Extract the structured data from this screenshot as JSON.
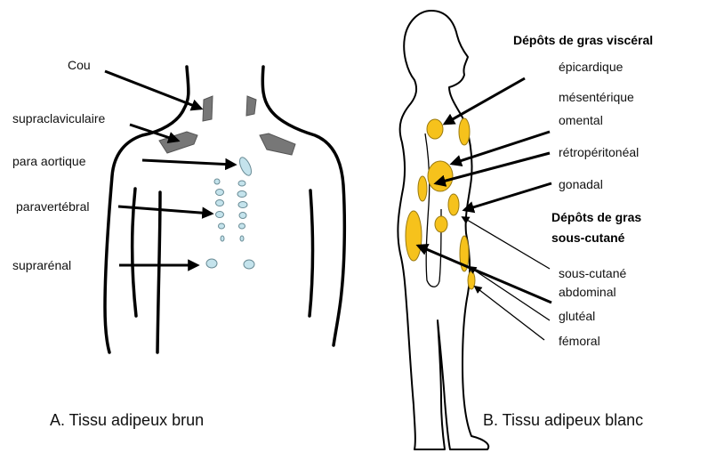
{
  "panel_a": {
    "caption": "A. Tissu adipeux brun",
    "labels": {
      "neck": "Cou",
      "supraclavicular": "supraclaviculaire",
      "para_aortic": "para aortique",
      "paravertebral": "paravertébral",
      "suprarenal": "suprarénal"
    }
  },
  "panel_b": {
    "caption": "B. Tissu adipeux blanc",
    "visceral_heading": "Dépôts de gras viscéral",
    "visceral": {
      "epicardial": "épicardique",
      "mesenteric": "mésentérique",
      "omental": "omental",
      "retroperitoneal": "rétropéritonéal",
      "gonadal": "gonadal"
    },
    "subcutaneous_heading_1": "Dépôts de gras",
    "subcutaneous_heading_2": "sous-cutané",
    "subcutaneous": {
      "abdominal_1": "sous-cutané",
      "abdominal_2": "abdominal",
      "gluteal": "glutéal",
      "femoral": "fémoral"
    }
  },
  "colors": {
    "brown_fat": "#777777",
    "paravertebral_fat": "#c4e3ec",
    "white_fat": "#f6c21c"
  }
}
